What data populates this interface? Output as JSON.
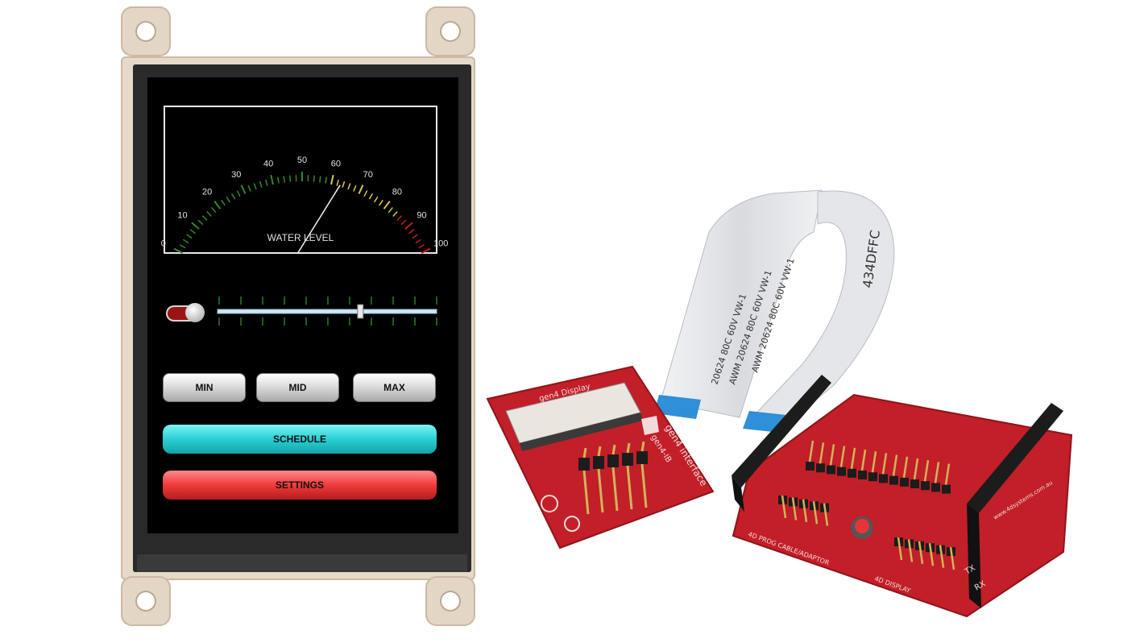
{
  "display": {
    "meter": {
      "caption": "WATER LEVEL",
      "scale_labels": [
        "0",
        "10",
        "20",
        "30",
        "40",
        "50",
        "60",
        "70",
        "80",
        "90",
        "100"
      ],
      "needle_value": 63
    },
    "slider": {
      "value_fraction": 0.65
    },
    "toggle": {
      "state": "on"
    },
    "buttons": {
      "min": "MIN",
      "mid": "MID",
      "max": "MAX",
      "schedule": "SCHEDULE",
      "settings": "SETTINGS"
    }
  },
  "cable": {
    "print_back": "434DFFC",
    "print_lines": [
      "20624 80C 60V VW-1",
      "AWM 20624 80C 60V VW-1",
      "AWM 20624 80C 60V VW-1"
    ]
  },
  "small_pcb": {
    "label_top": "gen4 Display",
    "label_side": "gen4 interface",
    "label_model": "gen4-IB"
  },
  "shield_pcb": {
    "label_cable": "4D PROG CABLE/ADAPTOR",
    "label_display": "4D DISPLAY",
    "label_rx": "RX",
    "label_tx": "TX",
    "label_web": "www.4dsystems.com.au"
  },
  "colors": {
    "pcb_red": "#c21f28",
    "cyan_button": "#29cfd3",
    "red_button": "#f03a3a",
    "bezel_beige": "#e6d9c8"
  }
}
